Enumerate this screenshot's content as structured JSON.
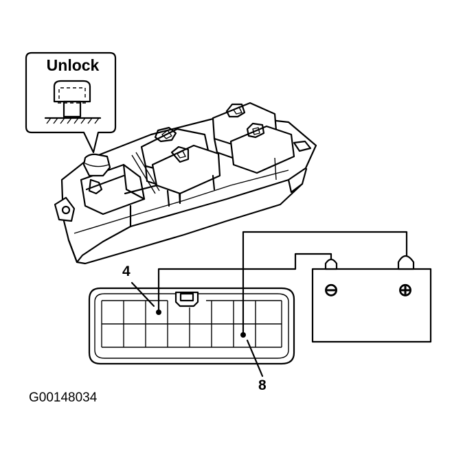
{
  "callout": {
    "title": "Unlock"
  },
  "connector": {
    "pin_a": "4",
    "pin_b": "8"
  },
  "battery": {
    "negative": "⊖",
    "positive": "⊕"
  },
  "figure_id": "G00148034",
  "colors": {
    "ink": "#000000",
    "paper": "#ffffff"
  }
}
